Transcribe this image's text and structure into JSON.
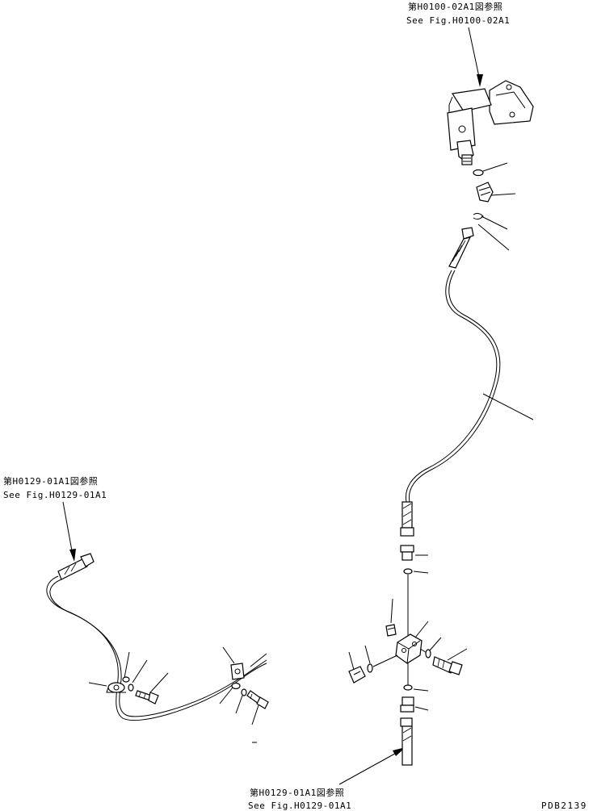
{
  "references": {
    "top": {
      "jp": "第H0100-02A1図参照",
      "en": "See Fig.H0100-02A1"
    },
    "left": {
      "jp": "第H0129-01A1図参照",
      "en": "See Fig.H0129-01A1"
    },
    "bottom": {
      "jp": "第H0129-01A1図参照",
      "en": "See Fig.H0129-01A1"
    }
  },
  "drawing_code": "PDB2139",
  "colors": {
    "line": "#000000",
    "background": "#ffffff"
  }
}
